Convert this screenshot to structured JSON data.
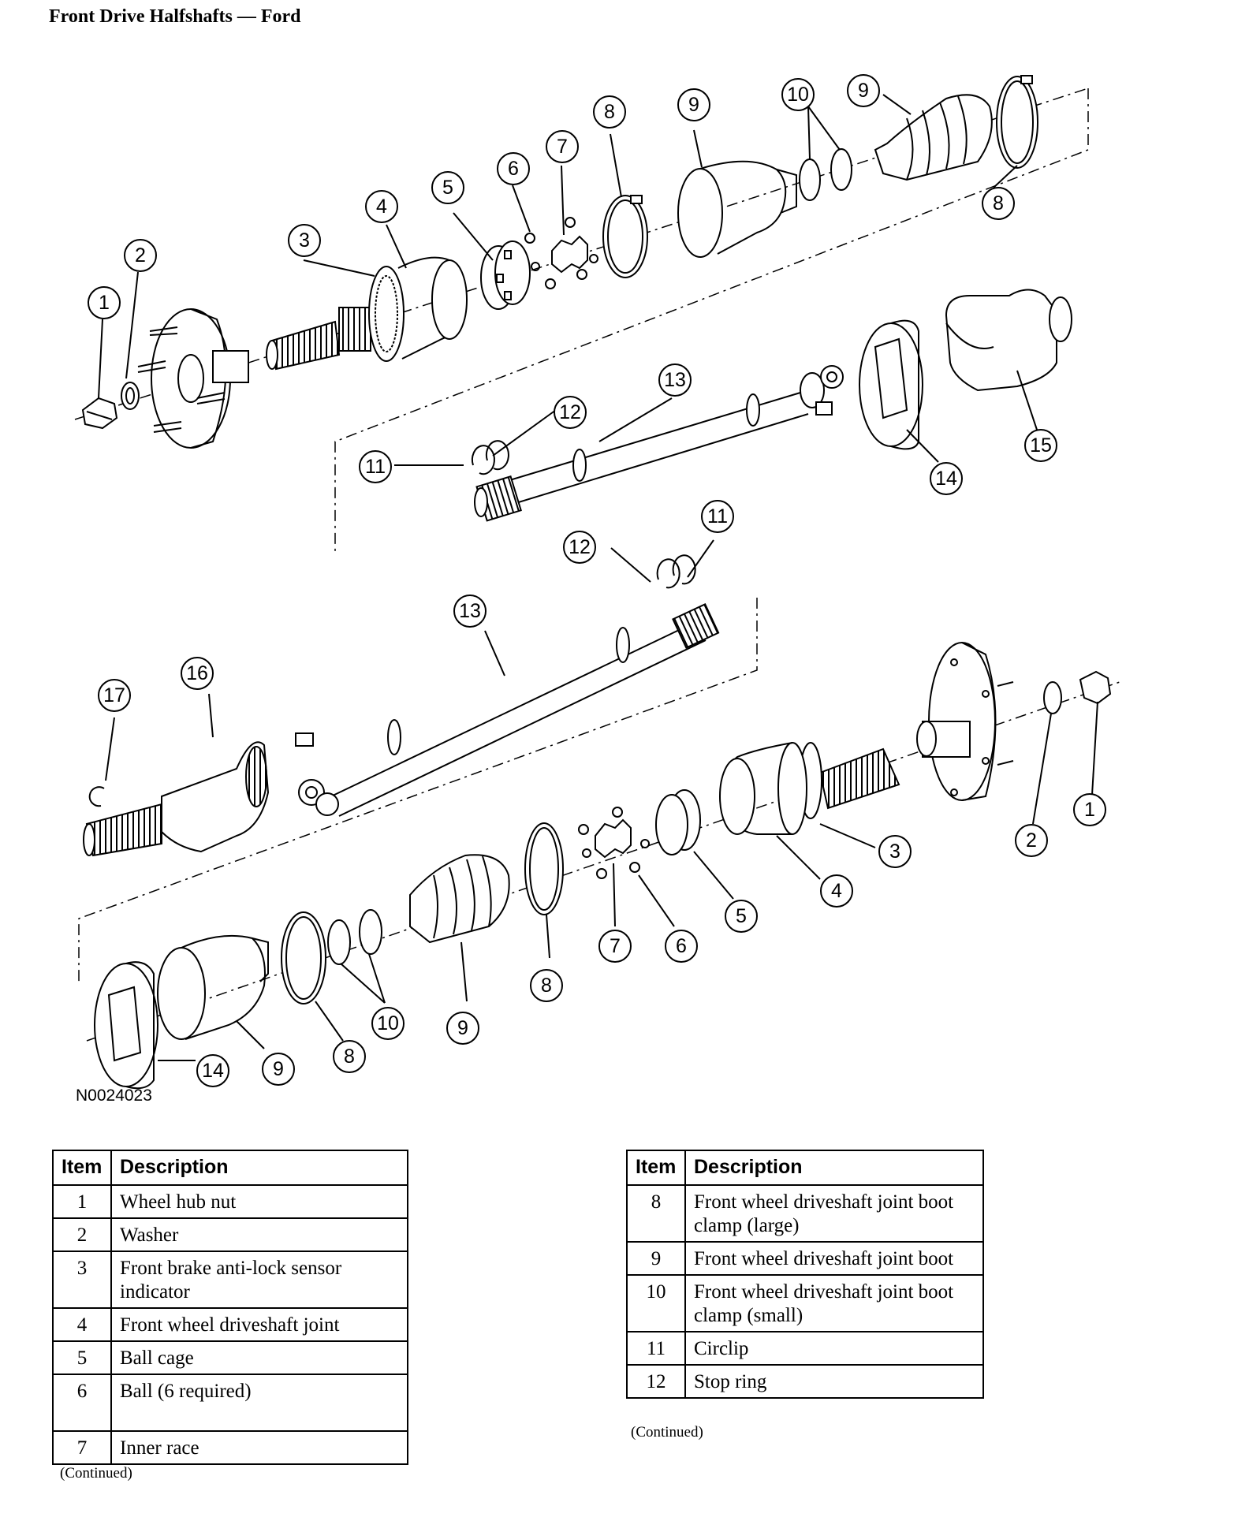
{
  "page": {
    "title": "Front Drive Halfshafts — Ford",
    "figure_id": "N0024023"
  },
  "callouts": {
    "top": [
      "1",
      "2",
      "3",
      "4",
      "5",
      "6",
      "7",
      "8",
      "9",
      "10",
      "9",
      "8",
      "11",
      "12",
      "13",
      "14",
      "15"
    ],
    "bottom": [
      "12",
      "11",
      "13",
      "16",
      "17",
      "1",
      "2",
      "3",
      "4",
      "5",
      "6",
      "7",
      "8",
      "9",
      "10",
      "8",
      "9",
      "14"
    ]
  },
  "tables": {
    "left": {
      "headers": [
        "Item",
        "Description"
      ],
      "rows": [
        {
          "item": "1",
          "description": "Wheel hub nut"
        },
        {
          "item": "2",
          "description": "Washer"
        },
        {
          "item": "3",
          "description": "Front brake anti-lock sensor indicator"
        },
        {
          "item": "4",
          "description": "Front wheel driveshaft joint"
        },
        {
          "item": "5",
          "description": "Ball cage"
        },
        {
          "item": "6",
          "description": "Ball (6 required)"
        },
        {
          "item": "7",
          "description": "Inner race"
        }
      ],
      "footer": "(Continued)"
    },
    "right": {
      "headers": [
        "Item",
        "Description"
      ],
      "rows": [
        {
          "item": "8",
          "description": "Front wheel driveshaft joint boot clamp (large)"
        },
        {
          "item": "9",
          "description": "Front wheel driveshaft joint boot"
        },
        {
          "item": "10",
          "description": "Front wheel driveshaft joint boot clamp (small)"
        },
        {
          "item": "11",
          "description": "Circlip"
        },
        {
          "item": "12",
          "description": "Stop ring"
        }
      ],
      "footer": "(Continued)"
    }
  }
}
